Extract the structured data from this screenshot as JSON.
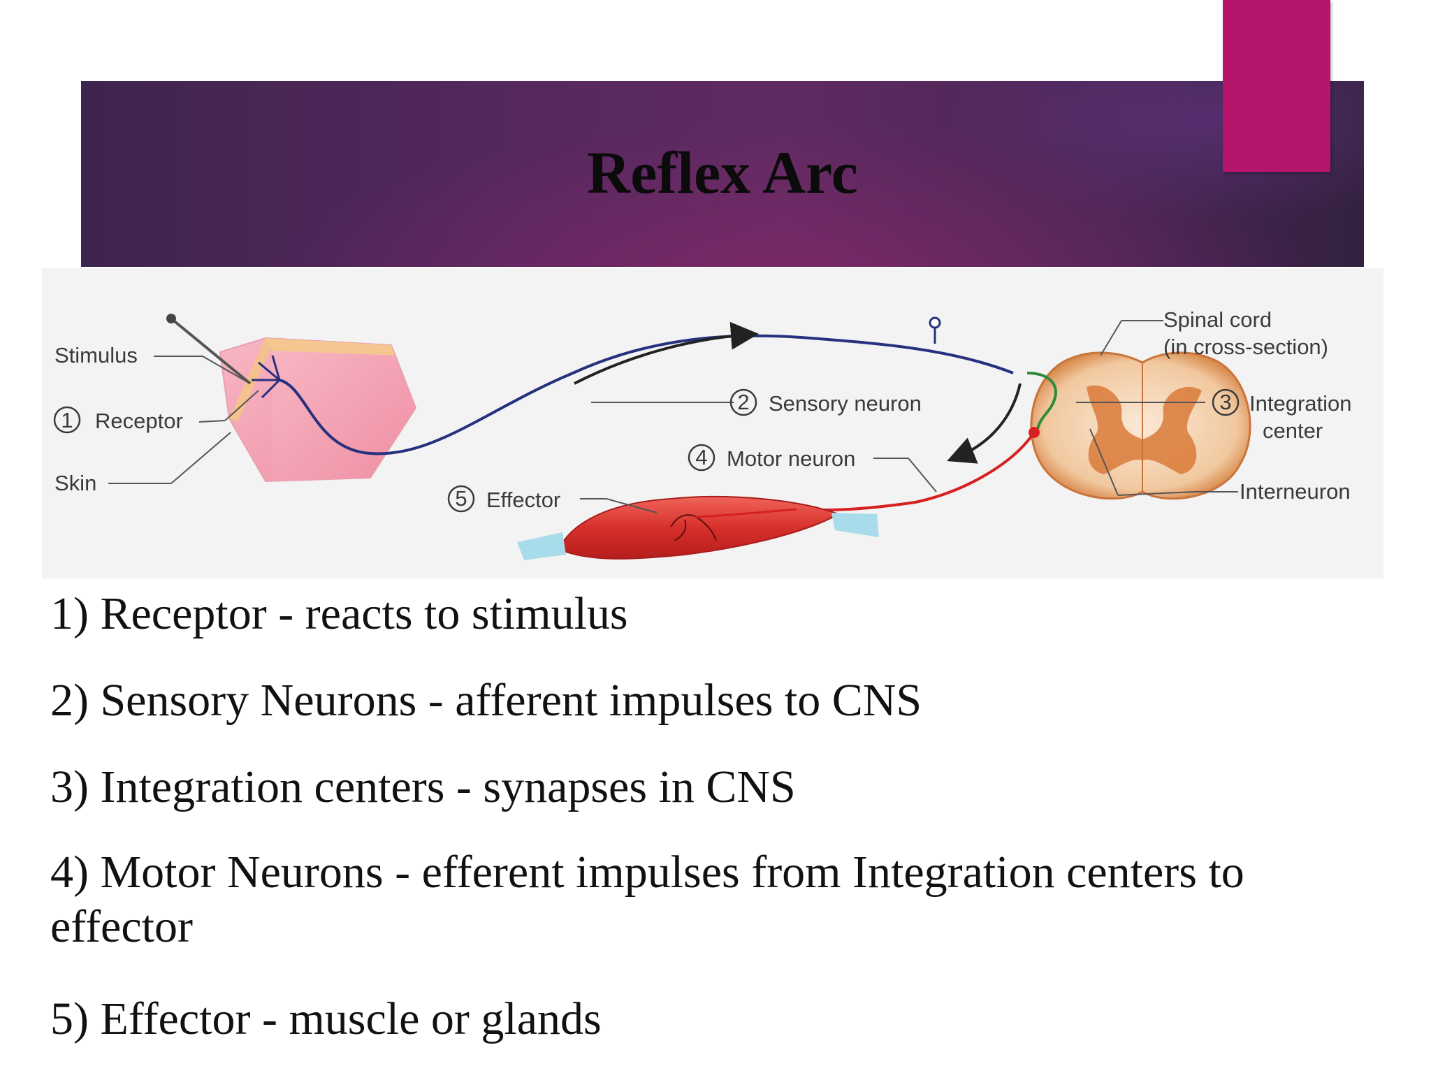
{
  "slide": {
    "title": "Reflex Arc",
    "accent_color": "#b5156a"
  },
  "diagram": {
    "labels": {
      "stimulus": "Stimulus",
      "receptor_num": "1",
      "receptor": "Receptor",
      "skin": "Skin",
      "sensory_num": "2",
      "sensory": "Sensory neuron",
      "motor_num": "4",
      "motor": "Motor neuron",
      "effector_num": "5",
      "effector": "Effector",
      "spinal_line1": "Spinal cord",
      "spinal_line2": "(in cross-section)",
      "integration_num": "3",
      "integration_line1": "Integration",
      "integration_line2": "center",
      "interneuron": "Interneuron"
    }
  },
  "list": {
    "item1": "1) Receptor - reacts to stimulus",
    "item2": "2) Sensory Neurons - afferent impulses to CNS",
    "item3": "3) Integration centers - synapses in CNS",
    "item4": "4) Motor Neurons - efferent impulses from Integration  centers to effector",
    "item5": "5) Effector - muscle or glands"
  }
}
